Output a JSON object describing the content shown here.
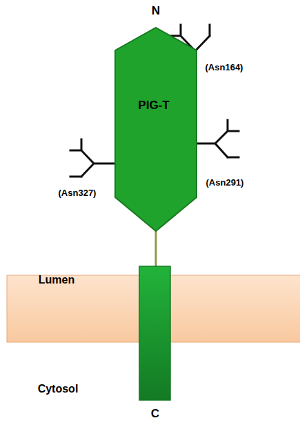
{
  "diagram": {
    "nodes": [
      {
        "text": [
          "PIG-T"
        ]
      }
    ],
    "labels": [
      "N",
      "(Asn164)",
      "(Asn291)",
      "(Asn327)",
      "Lumen",
      "Cytosol",
      "C"
    ]
  }
}
